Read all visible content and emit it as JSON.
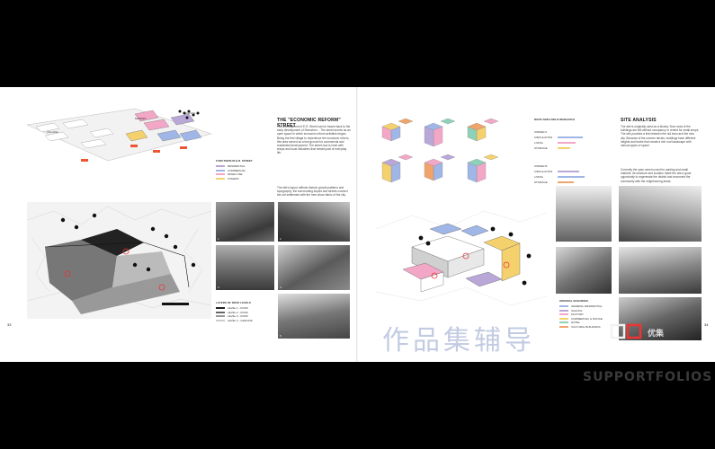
{
  "left_page": {
    "page_number": "33",
    "section_title": "THE \"ECONOMIC REFORM\" STREET",
    "body_text": "The development of E.R. Street can be traced back to the early development of Shenzhen... The street serves as an open space in which economic reform activities began. Being the first village to experience the economic reform, this area served as a test ground for commercial and residential development. The street now is lined with shops and local industries that remain part of everyday life.",
    "body_text_2": "The site's layout reflects historic growth patterns and topography; the surrounding slopes and streets connect the old settlement with the new urban fabric of the city.",
    "functions_title": "FUNCTIONS IN E.R. STREET",
    "functions": [
      {
        "label": "RESIDENTIAL",
        "color": "#b9a7d8"
      },
      {
        "label": "COMMERCIAL",
        "color": "#9fb6e6"
      },
      {
        "label": "MIXED USE",
        "color": "#f2a7c6"
      },
      {
        "label": "OTHERS",
        "color": "#f4d16c"
      }
    ],
    "map_labels": [
      "VILLAGE",
      "MARKET",
      "SCHOOL"
    ],
    "layers_title": "LAYERS OF ROOF LEVELS",
    "layers": [
      {
        "label": "LEVEL 1 - ROOF",
        "color": "#222222"
      },
      {
        "label": "LEVEL 2 - ROOF",
        "color": "#666666"
      },
      {
        "label": "LEVEL 3 - ROOF",
        "color": "#999999"
      },
      {
        "label": "LEVEL 4 - GROUND",
        "color": "#cccccc"
      }
    ],
    "photos": [
      "1",
      "2",
      "3",
      "4",
      "5",
      "6"
    ]
  },
  "right_page": {
    "page_number": "34",
    "research_title": "ROOF AREA FIELD RESEARCH",
    "research_groups": [
      "OWNER A",
      "OWNER B"
    ],
    "research_rows": [
      "CIRCULATION",
      "LIVING",
      "STORAGE"
    ],
    "site_title": "SITE ANALYSIS",
    "site_text": "The site is originally used as a factory. Now most of the buildings are left without occupancy or rented for small shops. The site provides a link between the old town and the new city. Because of the uneven terrain, buildings have different heights and levels that create a rich roof landscape with various types of space.",
    "site_text_2": "Currently the open area is used for parking and small markets. Its structure and location make the site a good opportunity to regenerate the district and reconnect the community with the neighbouring areas.",
    "original_title": "ORIGINAL BUILDINGS",
    "original_rows": [
      {
        "label": "GENERAL RESIDENTIAL",
        "color": "#9fb6e6"
      },
      {
        "label": "SCHOOL",
        "color": "#b9a7d8"
      },
      {
        "label": "FACTORY",
        "color": "#f2a7c6"
      },
      {
        "label": "COMMERCIAL & OFFICE",
        "color": "#f4d16c"
      },
      {
        "label": "HOTEL",
        "color": "#8fd0b8"
      },
      {
        "label": "CULTURAL BUILDINGS",
        "color": "#f0a36a"
      }
    ]
  },
  "watermark": {
    "cn_text": "作品集辅导",
    "brand": "优集",
    "site": "SUPPORTFOLIOS"
  }
}
